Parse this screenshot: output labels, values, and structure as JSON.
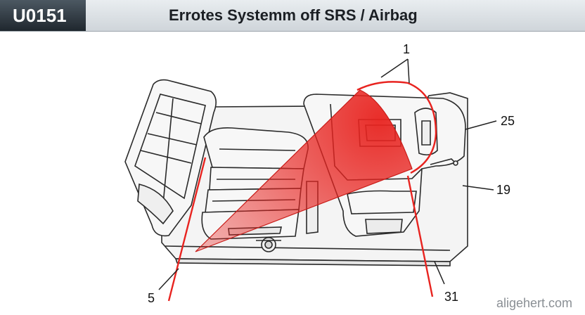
{
  "header": {
    "code": "U0151",
    "title": "Errotes Systemm  off SRS / Airbag"
  },
  "callouts": {
    "c1": "1",
    "c25": "25",
    "c19": "19",
    "c5": "5",
    "c31": "31"
  },
  "watermark": "aligehert.com",
  "colors": {
    "airbag_red": "#e8231f",
    "header_dark": "#2d363e",
    "line": "#2a2a2a"
  }
}
